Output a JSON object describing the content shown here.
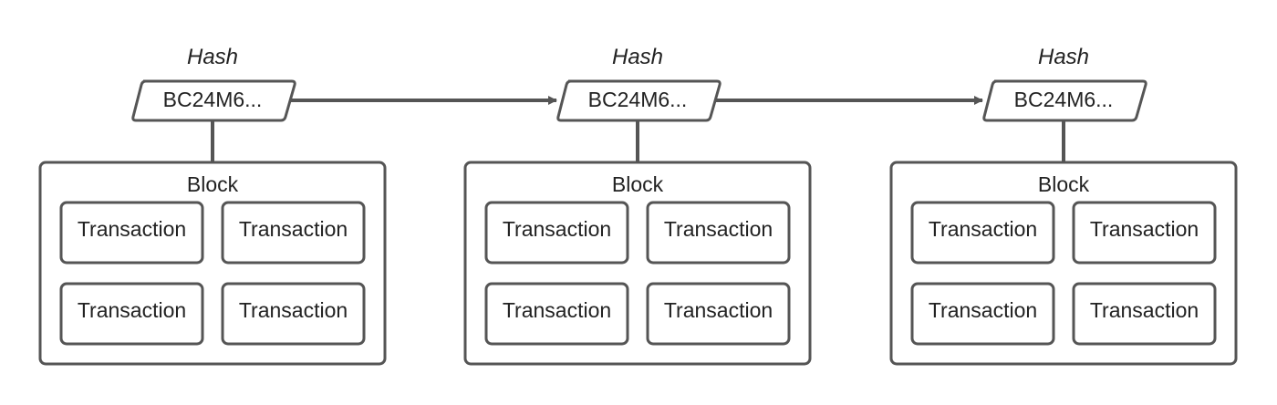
{
  "diagram": {
    "colors": {
      "stroke": "#555555",
      "text": "#222222",
      "background": "#ffffff"
    },
    "blocks": [
      {
        "hash_caption": "Hash",
        "hash_value": "BC24M6...",
        "title": "Block",
        "transactions": [
          "Transaction",
          "Transaction",
          "Transaction",
          "Transaction"
        ]
      },
      {
        "hash_caption": "Hash",
        "hash_value": "BC24M6...",
        "title": "Block",
        "transactions": [
          "Transaction",
          "Transaction",
          "Transaction",
          "Transaction"
        ]
      },
      {
        "hash_caption": "Hash",
        "hash_value": "BC24M6...",
        "title": "Block",
        "transactions": [
          "Transaction",
          "Transaction",
          "Transaction",
          "Transaction"
        ]
      }
    ]
  }
}
